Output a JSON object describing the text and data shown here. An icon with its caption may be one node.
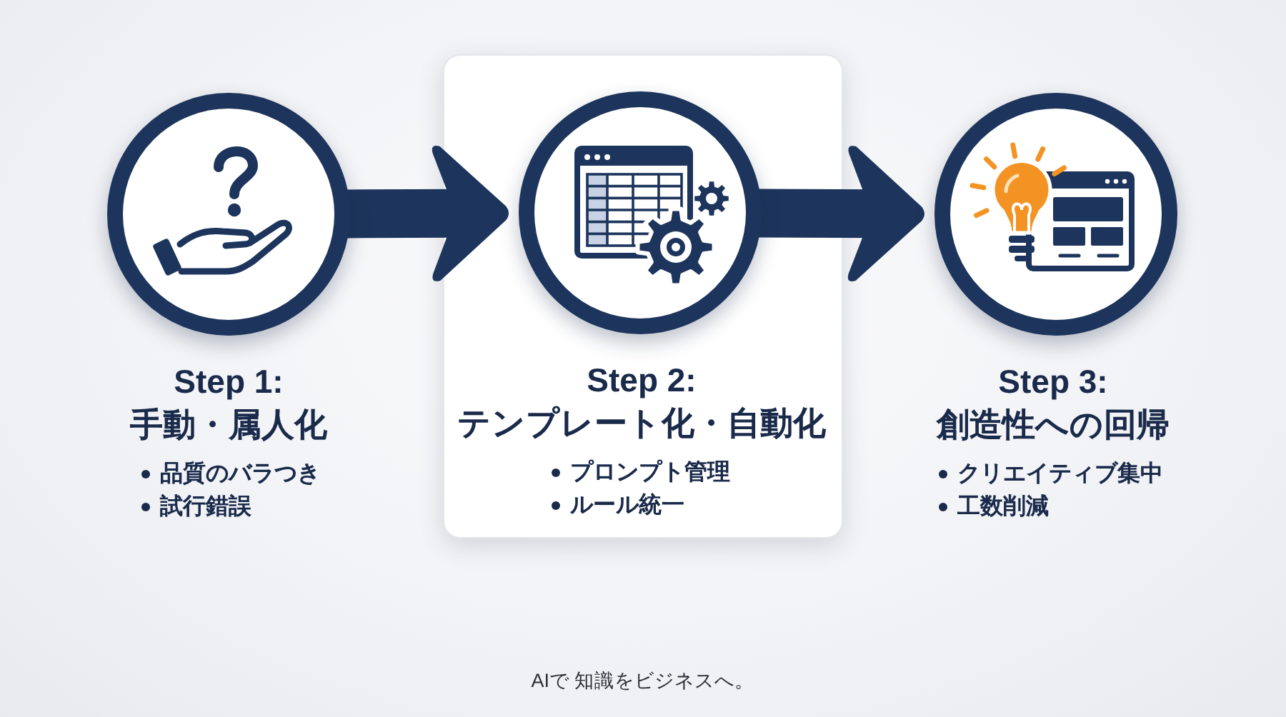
{
  "diagram": {
    "nodes": [
      {
        "text": [
          "Step 1:",
          "手動・属人化",
          "品質のバラつき",
          "試行錯誤"
        ]
      },
      {
        "text": [],
        "shape": "box"
      },
      {
        "text": [
          "Step 2:",
          "テンプレート化・自動化",
          "プロンプト管理",
          "ルール統一"
        ],
        "in": 1
      },
      {
        "text": [
          "Step 3:",
          "創造性への回帰",
          "クリエイティブ集中",
          "工数削減"
        ]
      }
    ],
    "edges": [
      {
        "from": 0,
        "to": 2,
        "arrow": "to"
      },
      {
        "from": 2,
        "to": 3,
        "arrow": "to"
      }
    ],
    "labels": [
      "AIで 知識をビジネスへ。"
    ]
  }
}
